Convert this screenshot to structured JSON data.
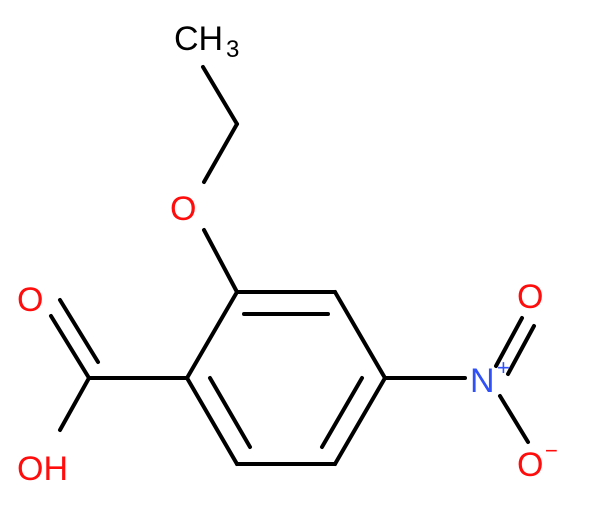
{
  "atoms": {
    "methyl": {
      "main": "CH",
      "subscript": "3"
    },
    "ether_oxygen": "O",
    "carbonyl_oxygen": "O",
    "hydroxyl": "OH",
    "nitro_nitrogen": "N",
    "nitro_nitrogen_charge": "+",
    "nitro_oxygen_top": "O",
    "nitro_oxygen_bottom": "O",
    "nitro_oxygen_bottom_charge": "−"
  },
  "colors": {
    "bond": "#000000",
    "carbon_hetero_label": "#000000",
    "oxygen": "#ff0d0d",
    "nitrogen": "#3050f8"
  }
}
